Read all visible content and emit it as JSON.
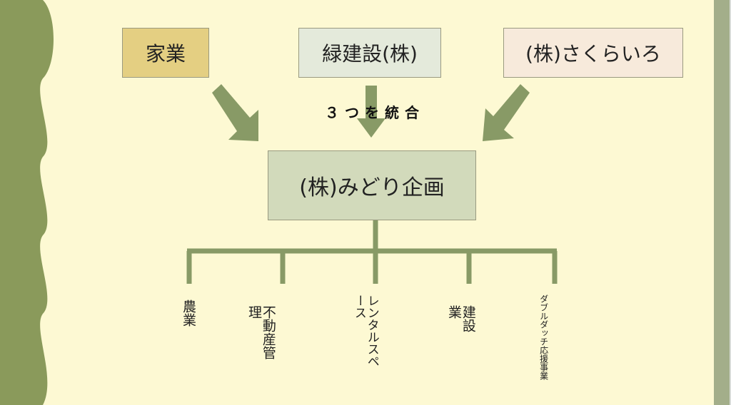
{
  "colors": {
    "background": "#fdf9d3",
    "accent": "#8a9a5b",
    "arrow": "#889a66"
  },
  "sources": [
    {
      "label": "家業",
      "color": "#e4cf82"
    },
    {
      "label": "緑建設(株)",
      "color": "#e4eadb"
    },
    {
      "label": "(株)さくらいろ",
      "color": "#f7eadb"
    }
  ],
  "merge_label": "３つを統合",
  "result": {
    "label": "(株)みどり企画",
    "color": "#d2dabb"
  },
  "branches": [
    "農業",
    "不動産管理",
    "レンタルスペース",
    "建設業",
    "ダブルダッチ応援事業"
  ]
}
